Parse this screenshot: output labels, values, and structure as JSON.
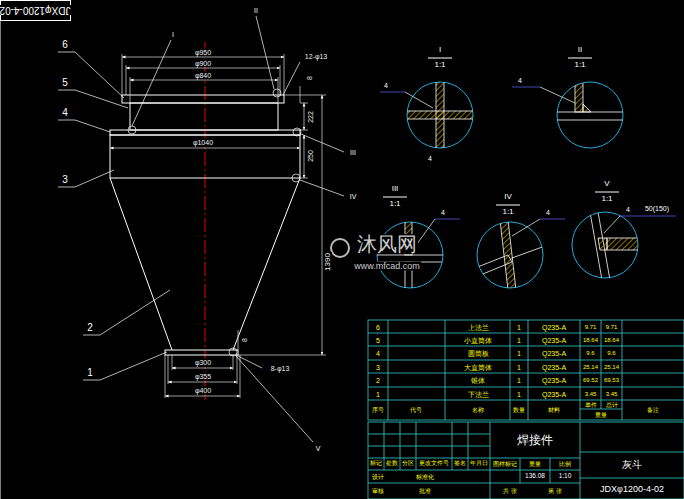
{
  "diagram": {
    "labels": [
      "JDXφ1200-4-02",
      "6",
      "5",
      "4",
      "3",
      "2",
      "1",
      "I",
      "II",
      "III",
      "IV",
      "V",
      "φ950",
      "φ900",
      "φ840",
      "12-φ13",
      "8",
      "222",
      "250",
      "φ1040",
      "1390",
      "8",
      "φ300",
      "φ355",
      "φ400",
      "8-φ13",
      "I",
      "1:1",
      "II",
      "1:1",
      "III",
      "1:1",
      "IV",
      "1:1",
      "V",
      "1:1",
      "4",
      "4",
      "4",
      "4",
      "4",
      "4",
      "50(150)",
      "沐风网",
      "www.mfcad.com",
      "6",
      "上法兰",
      "1",
      "Q235-A",
      "9.71",
      "9.71",
      "5",
      "小直筒体",
      "1",
      "Q235-A",
      "18.64",
      "18.64",
      "4",
      "圆筒板",
      "1",
      "Q235-A",
      "9.6",
      "9.6",
      "3",
      "大直筒体",
      "1",
      "Q235-A",
      "25.14",
      "25.14",
      "2",
      "锥体",
      "1",
      "Q235-A",
      "69.52",
      "69.53",
      "1",
      "下法兰",
      "1",
      "Q235-A",
      "3.45",
      "3.45",
      "序号",
      "代号",
      "名称",
      "数量",
      "材料",
      "单件",
      "总计",
      "重量",
      "备注",
      "焊接件",
      "灰斗",
      "JDXφ1200-4-02",
      "136.08",
      "1:10",
      "图样标记",
      "重量",
      "比例",
      "共 张",
      "第 张",
      "标记",
      "处数",
      "分区",
      "更改文件号",
      "签名",
      "年月日",
      "设计",
      "标准化",
      "审核",
      "批准"
    ]
  }
}
